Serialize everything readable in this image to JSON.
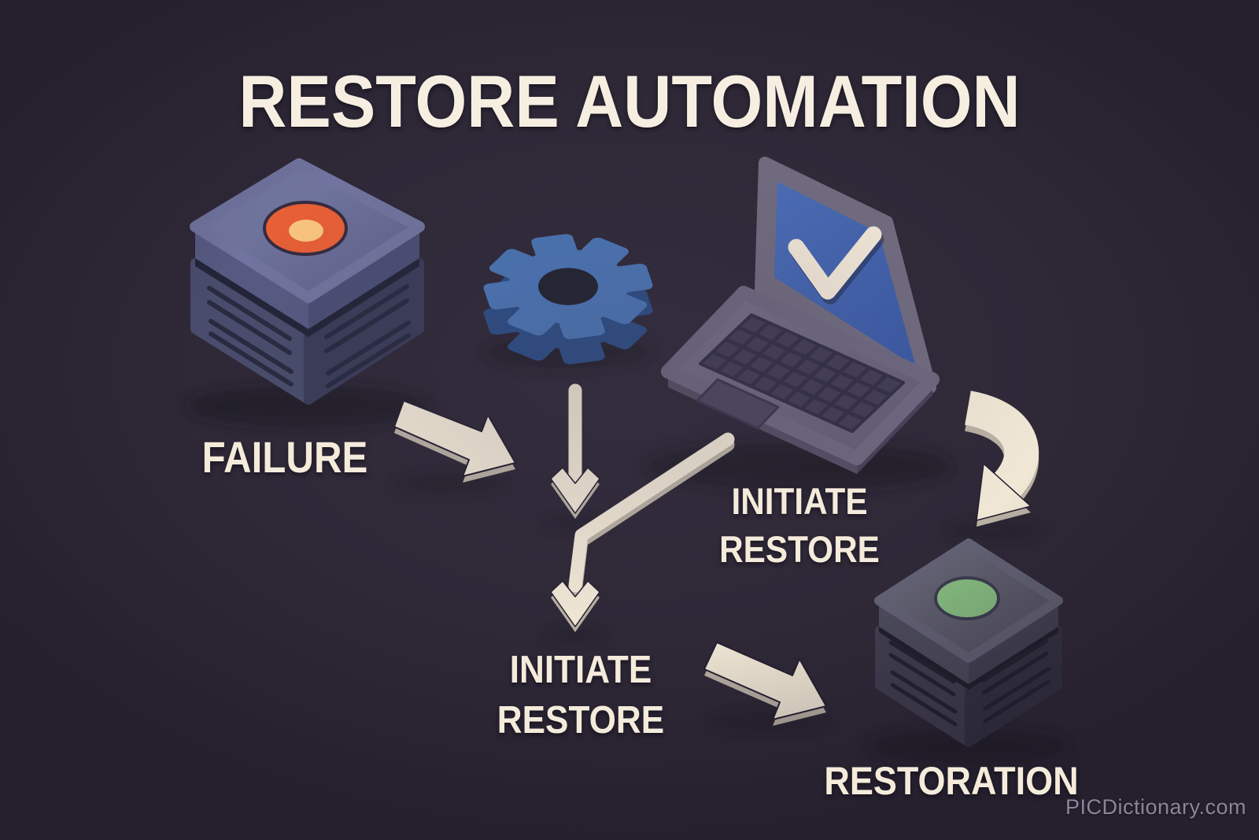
{
  "title": "RESTORE AUTOMATION",
  "watermark": "PICDictionary.com",
  "flow": {
    "failure_label": "FAILURE",
    "initiate_restore_upper": {
      "line1": "INITIATE",
      "line2": "RESTORE"
    },
    "initiate_restore_lower": {
      "line1": "INITIATE",
      "line2": "RESTORE"
    },
    "restoration_label": "RESTORATION"
  },
  "colors": {
    "background": "#2e2837",
    "text_cream": "#f4ebdb",
    "arrow_cream": "#f0e7d5",
    "arrow_underside": "#b9b1a4",
    "failure_light": "#e75f35",
    "failure_light_core": "#f9c57e",
    "restored_light": "#85ba7f",
    "gear_blue": "#4b76b6",
    "gear_side_blue": "#2b4d85",
    "screen_blue": "#4466b0",
    "server_top": "#6b6f97",
    "laptop_body": "#6e6980",
    "watermark_color": "#8d8498"
  },
  "icons": {
    "failed-server-icon": "isometric server cube with red failure status light",
    "failure-status-light": "red/orange round indicator",
    "gear-icon": "isometric blue automation gear",
    "laptop-icon": "isometric laptop with blue screen",
    "checkmark-icon": "cream check mark on laptop screen",
    "restored-server-icon": "isometric server cube with green restored status light",
    "restored-status-light": "green round indicator",
    "arrow-failure-icon": "3D arrow pointing down-right from failed server",
    "arrow-gear-down-icon": "straight arrow pointing down from gear",
    "arrow-laptop-bent-icon": "bent arrow from laptop down to merge point",
    "arrow-curved-icon": "curved arrow from laptop toward restored server",
    "arrow-restore-icon": "3D arrow pointing down-right to restored server"
  }
}
